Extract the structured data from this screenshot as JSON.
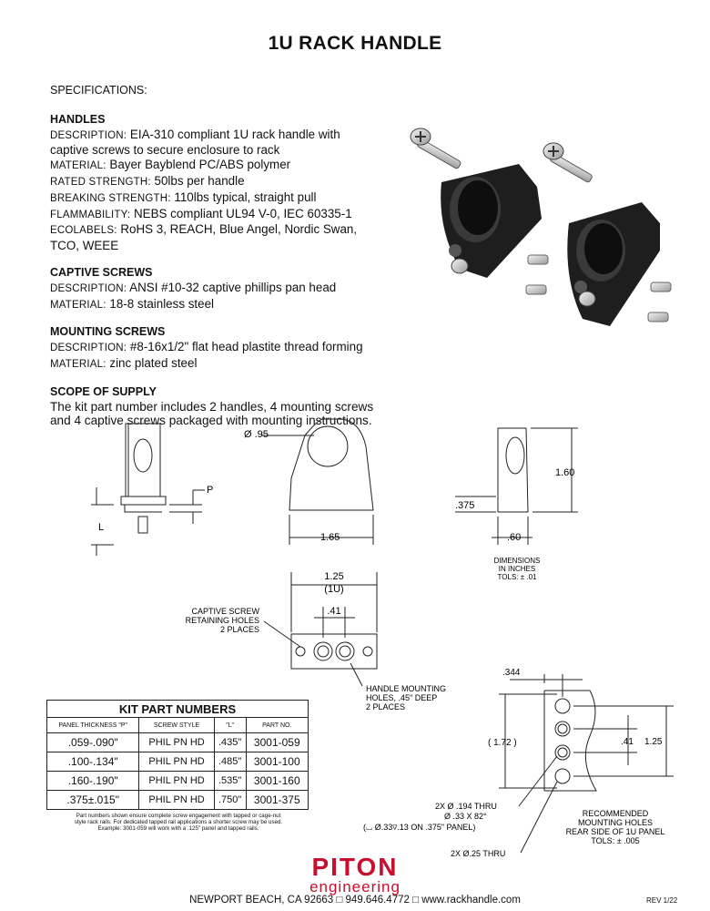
{
  "title": "1U RACK HANDLE",
  "specs": {
    "heading": "SPECIFICATIONS:",
    "handles": {
      "title": "HANDLES",
      "description_label": "DESCRIPTION:",
      "description": "EIA-310 compliant 1U rack handle with",
      "description2": "captive screws to secure enclosure to rack",
      "material_label": "MATERIAL:",
      "material": "Bayer Bayblend PC/ABS polymer",
      "rated_label": "RATED STRENGTH:",
      "rated": "50lbs per handle",
      "breaking_label": "BREAKING STRENGTH:",
      "breaking": "110lbs typical, straight pull",
      "flam_label": "FLAMMABILITY:",
      "flam": "NEBS compliant UL94 V-0, IEC 60335-1",
      "eco_label": "ECOLABELS:",
      "eco": "RoHS 3, REACH, Blue Angel, Nordic Swan,",
      "eco2": "TCO, WEEE"
    },
    "captive": {
      "title": "CAPTIVE SCREWS",
      "description_label": "DESCRIPTION:",
      "description": "ANSI #10-32 captive phillips pan head",
      "material_label": "MATERIAL:",
      "material": "18-8 stainless steel"
    },
    "mounting": {
      "title": "MOUNTING SCREWS",
      "description_label": "DESCRIPTION:",
      "description": "#8-16x1/2\" flat head plastite thread forming",
      "material_label": "MATERIAL:",
      "material": "zinc plated steel"
    },
    "scope": {
      "title": "SCOPE OF SUPPLY",
      "line1": "The kit part number includes 2 handles, 4 mounting screws",
      "line2": "and 4 captive screws packaged with mounting instructions."
    }
  },
  "drawing": {
    "p": "P",
    "l": "L",
    "dia95": "Ø .95",
    "w165": "1.65",
    "h160": "1.60",
    "d375": ".375",
    "w60": ".60",
    "dims1": "DIMENSIONS",
    "dims2": "IN INCHES",
    "dims3": "TOLS: ± .01",
    "w125": "1.25",
    "u1": "(1U)",
    "w41": ".41",
    "cap1": "CAPTIVE SCREW",
    "cap2": "RETAINING HOLES",
    "cap3": "2 PLACES",
    "hm1": "HANDLE MOUNTING",
    "hm2": "HOLES, .45\" DEEP",
    "hm3": "2 PLACES",
    "d344": ".344",
    "d172": "( 1.72 )",
    "d41b": ".41",
    "d125b": "1.25",
    "thru1": "2X  Ø .194 THRU",
    "thru2": "Ø .33 X 82°",
    "thru3": "(⌴ Ø.33⊽.13 ON .375\" PANEL)",
    "thru4": "2X  Ø.25 THRU",
    "rec1": "RECOMMENDED",
    "rec2": "MOUNTING HOLES",
    "rec3": "REAR SIDE OF 1U PANEL",
    "rec4": "TOLS: ± .005"
  },
  "kit_table": {
    "title": "KIT PART NUMBERS",
    "headers": [
      "PANEL THICKNESS \"P\"",
      "SCREW STYLE",
      "\"L\"",
      "PART NO."
    ],
    "rows": [
      [
        ".059-.090\"",
        "PHIL PN HD",
        ".435\"",
        "3001-059"
      ],
      [
        ".100-.134\"",
        "PHIL PN HD",
        ".485\"",
        "3001-100"
      ],
      [
        ".160-.190\"",
        "PHIL PN HD",
        ".535\"",
        "3001-160"
      ],
      [
        ".375±.015\"",
        "PHIL PN HD",
        ".750\"",
        "3001-375"
      ]
    ],
    "note1": "Part numbers shown ensure complete screw engagement with tapped or cage-nut",
    "note2": "style rack rails. For dedicated tapped rail applications a shorter screw may be used.",
    "note3": "Example: 3001-059 will work with a .125\" panel and tapped rails."
  },
  "logo": {
    "brand": "PITON",
    "sub": "engineering"
  },
  "footer": {
    "address": "NEWPORT BEACH, CA 92663",
    "phone": "949.646.4772",
    "web": "www.rackhandle.com",
    "sep": "□",
    "rev": "REV 1/22"
  },
  "colors": {
    "brand_red": "#c8102e",
    "part_dark": "#1c1c1c"
  }
}
